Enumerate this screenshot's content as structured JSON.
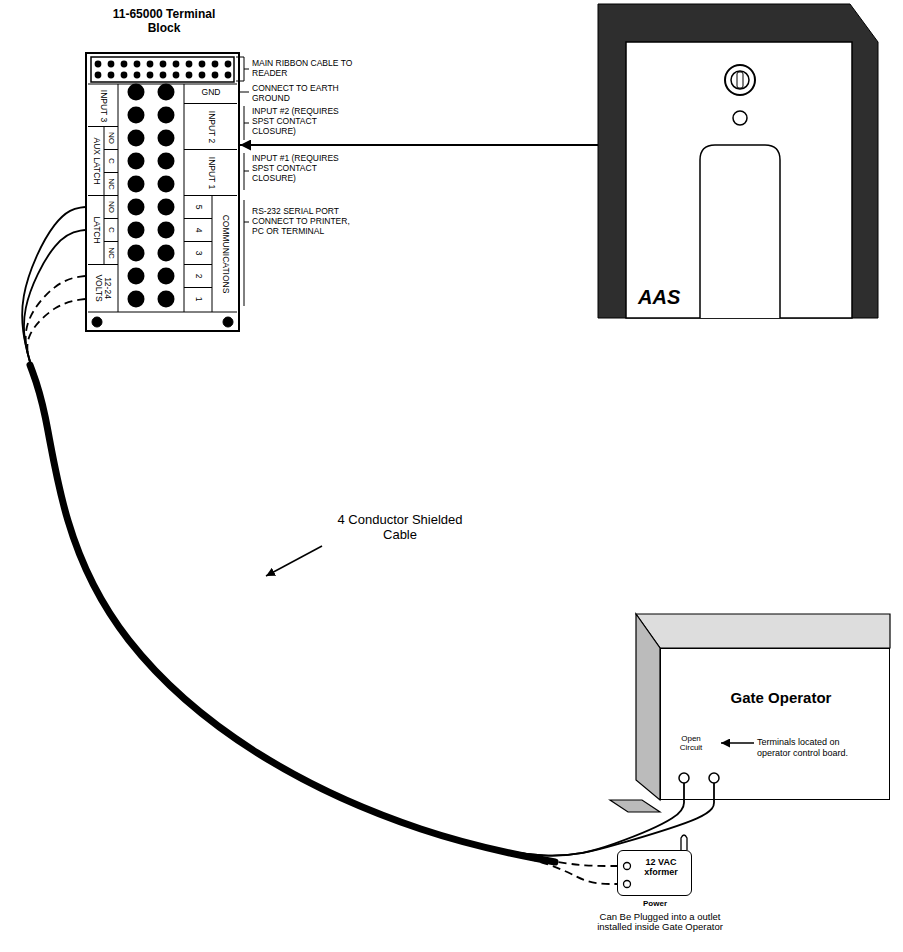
{
  "diagram": {
    "nodes": [
      {
        "text": [
          "11-65000 Terminal Block"
        ]
      },
      {
        "text": [
          "AAS"
        ]
      },
      {
        "text": [
          "Gate Operator",
          "Open Circuit"
        ]
      },
      {
        "text": [
          "12 VAC xformer",
          "Power"
        ]
      }
    ],
    "edges": [
      {
        "from": 1,
        "to": 0,
        "arrow": "to"
      },
      {
        "from": 0,
        "to": 2,
        "arrow": "none"
      },
      {
        "from": 0,
        "to": 3,
        "arrow": "none"
      }
    ],
    "labels": [
      "MAIN RIBBON CABLE TO READER",
      "CONNECT TO EARTH GROUND",
      "INPUT #2 (REQUIRES SPST CONTACT CLOSURE)",
      "INPUT #1 (REQUIRES SPST CONTACT CLOSURE)",
      "RS-232 SERIAL PORT CONNECT TO PRINTER, PC OR TERMINAL",
      "INPUT 3",
      "NO",
      "C",
      "NC",
      "AUX LATCH",
      "NO",
      "C",
      "NC",
      "LATCH",
      "12-24 VOLTS",
      "GND",
      "INPUT 2",
      "INPUT 1",
      "5",
      "4",
      "3",
      "2",
      "1",
      "COMMUNICATIONS",
      "4 Conductor Shielded Cable",
      "Terminals located on operator control board.",
      "Can Be Plugged into a outlet installed inside Gate Operator"
    ]
  }
}
